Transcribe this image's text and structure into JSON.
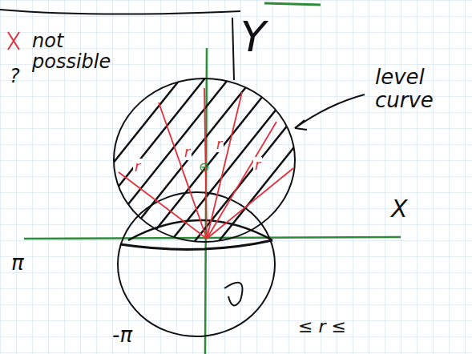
{
  "diagram": {
    "labels": [
      "not possible",
      "?",
      "level curve",
      "Y",
      "X",
      "π",
      "-π",
      "≤ r ≤",
      "⊖",
      "r",
      "r",
      "r",
      "r"
    ]
  }
}
